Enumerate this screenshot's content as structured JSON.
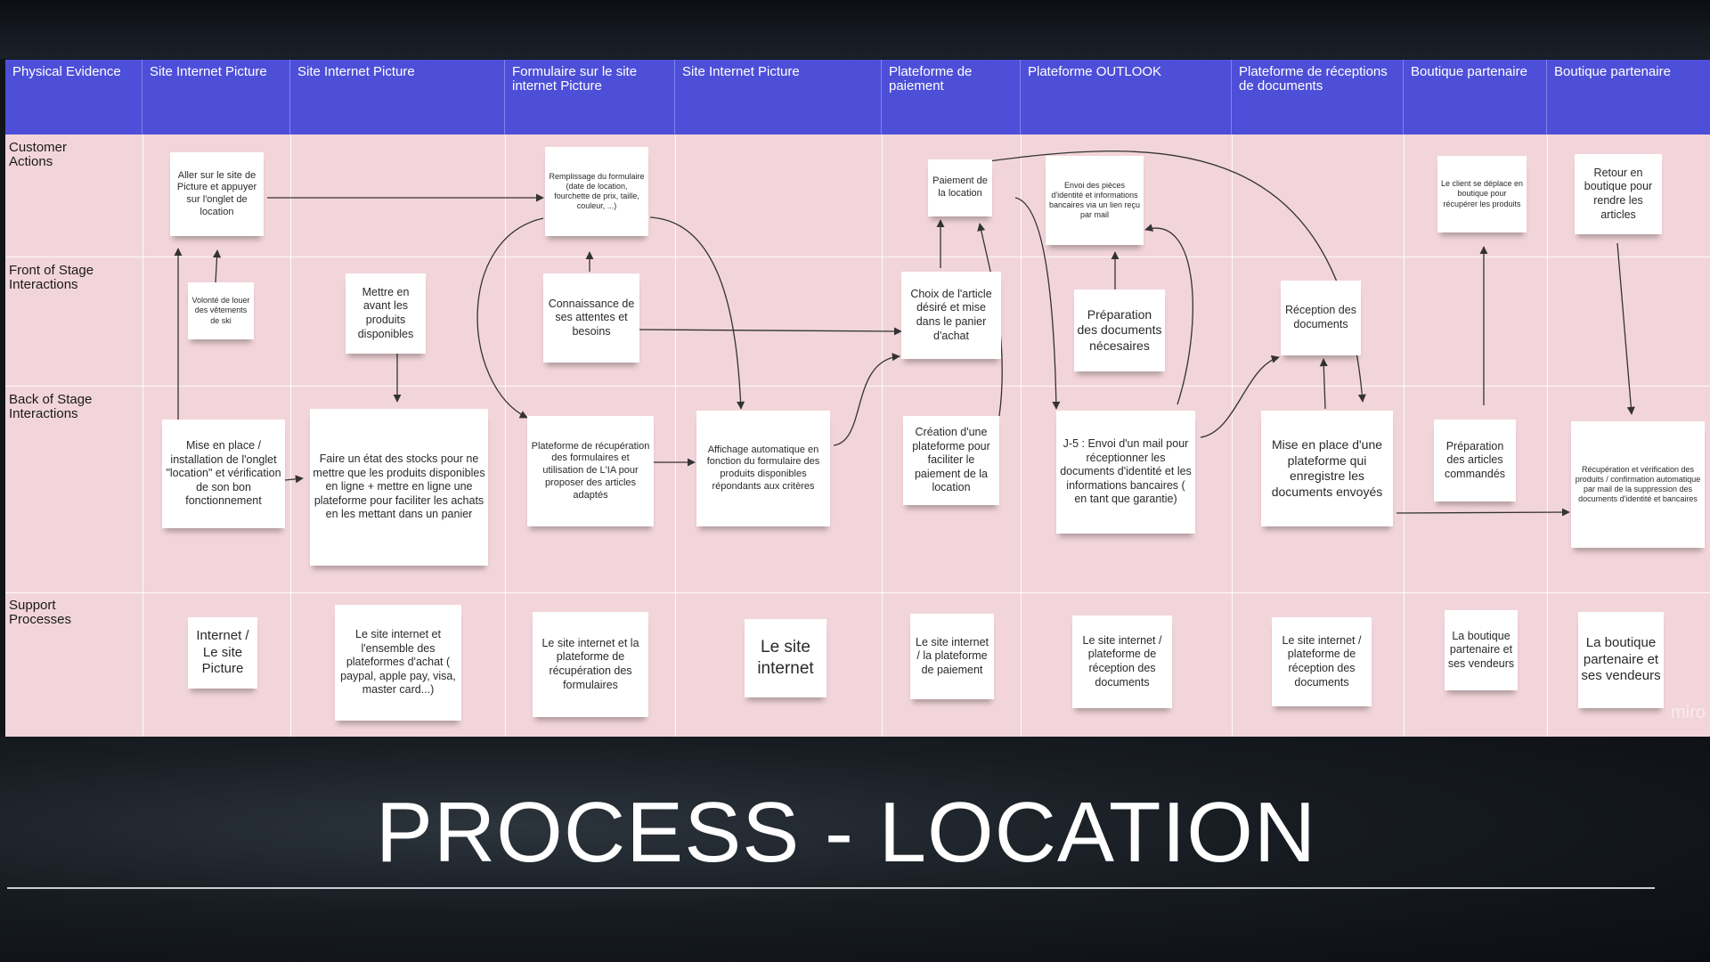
{
  "columns": [
    {
      "label": "Physical Evidence"
    },
    {
      "label": "Site Internet Picture"
    },
    {
      "label": "Site Internet Picture"
    },
    {
      "label": "Formulaire sur le site internet Picture"
    },
    {
      "label": "Site Internet Picture"
    },
    {
      "label": "Plateforme de paiement"
    },
    {
      "label": "Plateforme OUTLOOK"
    },
    {
      "label": "Plateforme de réceptions de documents"
    },
    {
      "label": "Boutique partenaire"
    },
    {
      "label": "Boutique partenaire"
    }
  ],
  "rows": [
    {
      "label": "Customer Actions"
    },
    {
      "label": "Front of Stage Interactions"
    },
    {
      "label": "Back of Stage Interactions"
    },
    {
      "label": "Support Processes"
    }
  ],
  "notes": {
    "ca1": "Aller sur le site de Picture et appuyer sur l'onglet de location",
    "ca3": "Remplissage du formulaire (date de location, fourchette de prix, taille, couleur, ...)",
    "ca5": "Paiement de la location",
    "ca6": "Envoi des pièces d'identité et informations bancaires via un lien reçu par mail",
    "ca8": "Le client se déplace en boutique pour récupérer les produits",
    "ca9": "Retour en boutique pour rendre les articles",
    "fs1": "Volonté de louer des vêtements de ski",
    "fs2": "Mettre en avant les produits disponibles",
    "fs3": "Connaissance de ses attentes et besoins",
    "fs5": "Choix de l'article désiré et mise dans le panier d'achat",
    "fs6": "Préparation des documents nécesaires",
    "fs7": "Réception des documents",
    "bs1": "Mise en place / installation de l'onglet \"location\" et vérification de son bon fonctionnement",
    "bs2": "Faire un état des stocks pour ne mettre que les produits disponibles en ligne + mettre en ligne une plateforme pour faciliter les achats en les mettant dans un panier",
    "bs3": "Plateforme de récupération des formulaires et utilisation de L'IA pour proposer des articles adaptés",
    "bs4": "Affichage automatique en fonction du formulaire des produits disponibles répondants aux critères",
    "bs5": "Création d'une plateforme pour faciliter le paiement de la location",
    "bs6": "J-5 : Envoi d'un mail pour réceptionner les documents d'identité et les informations bancaires ( en tant que garantie)",
    "bs7": "Mise en place d'une plateforme qui enregistre les documents envoyés",
    "bs8": "Préparation des articles commandés",
    "bs9": "Récupération et vérification des produits / confirmation automatique par mail de la suppression des documents d'identité et bancaires",
    "sp1": "Internet / Le site Picture",
    "sp2": "Le site internet et l'ensemble des plateformes d'achat ( paypal, apple pay, visa, master card...)",
    "sp3": "Le site internet et la plateforme de récupération des formulaires",
    "sp4": "Le site internet",
    "sp5": "Le site internet / la plateforme de paiement",
    "sp6": "Le site internet / plateforme de réception des documents",
    "sp7": "Le site internet / plateforme de réception des documents",
    "sp8": "La boutique partenaire et ses vendeurs",
    "sp9": "La boutique partenaire et ses vendeurs"
  },
  "watermark": "miro",
  "title": "PROCESS - LOCATION",
  "colors": {
    "header": "#4d4fd8",
    "board": "#f2d5da",
    "note": "#ffffff"
  }
}
